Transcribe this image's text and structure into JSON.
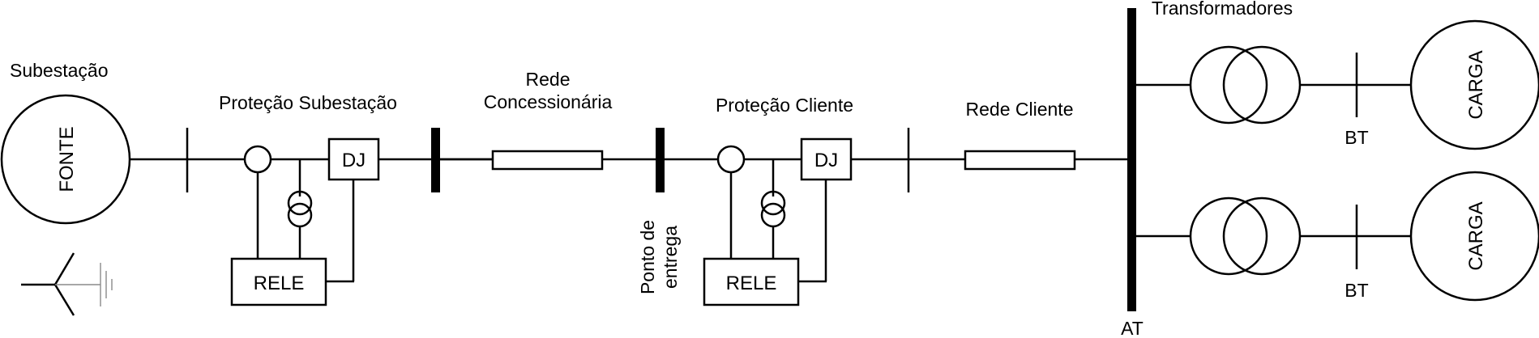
{
  "labels": {
    "subestacao": "Subestação",
    "fonte": "FONTE",
    "protecao_subestacao": "Proteção Subestação",
    "dj": "DJ",
    "rele": "RELE",
    "rede_concessionaria_1": "Rede",
    "rede_concessionaria_2": "Concessionária",
    "ponto_entrega_1": "Ponto de",
    "ponto_entrega_2": "entrega",
    "protecao_cliente": "Proteção Cliente",
    "rede_cliente": "Rede Cliente",
    "transformadores": "Transformadores",
    "carga": "CARGA",
    "bt": "BT",
    "at": "AT"
  }
}
